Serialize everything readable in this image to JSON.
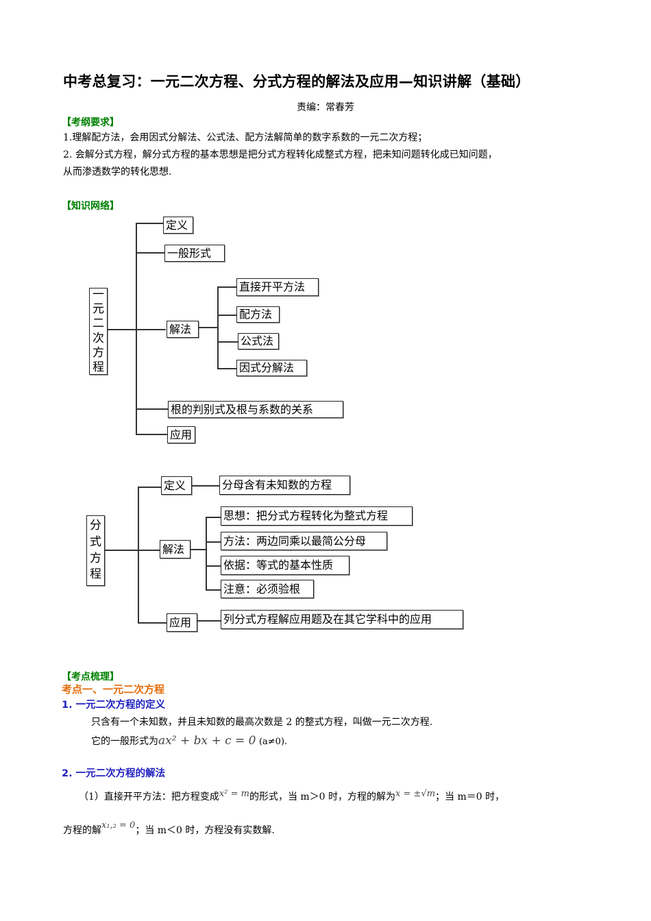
{
  "header": {
    "title": "中考总复习：一元二次方程、分式方程的解法及应用—知识讲解（基础）",
    "editor": "责编：常春芳"
  },
  "requirements": {
    "heading": "【考纲要求】",
    "items": [
      "1.理解配方法，会用因式分解法、公式法、配方法解简单的数字系数的一元二次方程；",
      "2. 会解分式方程，解分式方程的基本思想是把分式方程转化成整式方程，把未知问题转化成已知问题，",
      "从而渗透数学的转化思想."
    ]
  },
  "network": {
    "heading": "【知识网络】",
    "quadratic": {
      "root": [
        "一",
        "元",
        "二",
        "次",
        "方",
        "程"
      ],
      "branches": [
        "定义",
        "一般形式",
        "解法",
        "根的判别式及根与系数的关系",
        "应用"
      ],
      "methods": [
        "直接开平方法",
        "配方法",
        "公式法",
        "因式分解法"
      ]
    },
    "fractional": {
      "root": [
        "分",
        "式",
        "方",
        "程"
      ],
      "branches": [
        "定义",
        "解法",
        "应用"
      ],
      "definition": "分母含有未知数的方程",
      "solution_items": [
        "思想：把分式方程转化为整式方程",
        "方法：两边同乘以最简公分母",
        "依据：等式的基本性质",
        "注意：必须验根"
      ],
      "application": "列分式方程解应用题及在其它学科中的应用"
    }
  },
  "points": {
    "heading": "【考点梳理】",
    "point1": "考点一、一元二次方程",
    "sec1": {
      "title": "1. 一元二次方程的定义",
      "line1": "只含有一个未知数，并且未知数的最高次数是 2 的整式方程，叫做一元二次方程.",
      "line2_prefix": "它的一般形式为",
      "formula": "ax² + bx + c = 0",
      "line2_suffix": "(a≠0)."
    },
    "sec2": {
      "title": "2. 一元二次方程的解法",
      "p1_a": "（1）直接开平方法：把方程变成",
      "p1_f1": "x² = m",
      "p1_b": "的形式，当 m＞0 时，方程的解为",
      "p1_f2": "x = ±√m",
      "p1_c": "；当 m＝0 时，",
      "p2_a": "方程的解",
      "p2_f": "x₁,₂ = 0",
      "p2_b": "；当 m＜0 时，方程没有实数解."
    }
  }
}
